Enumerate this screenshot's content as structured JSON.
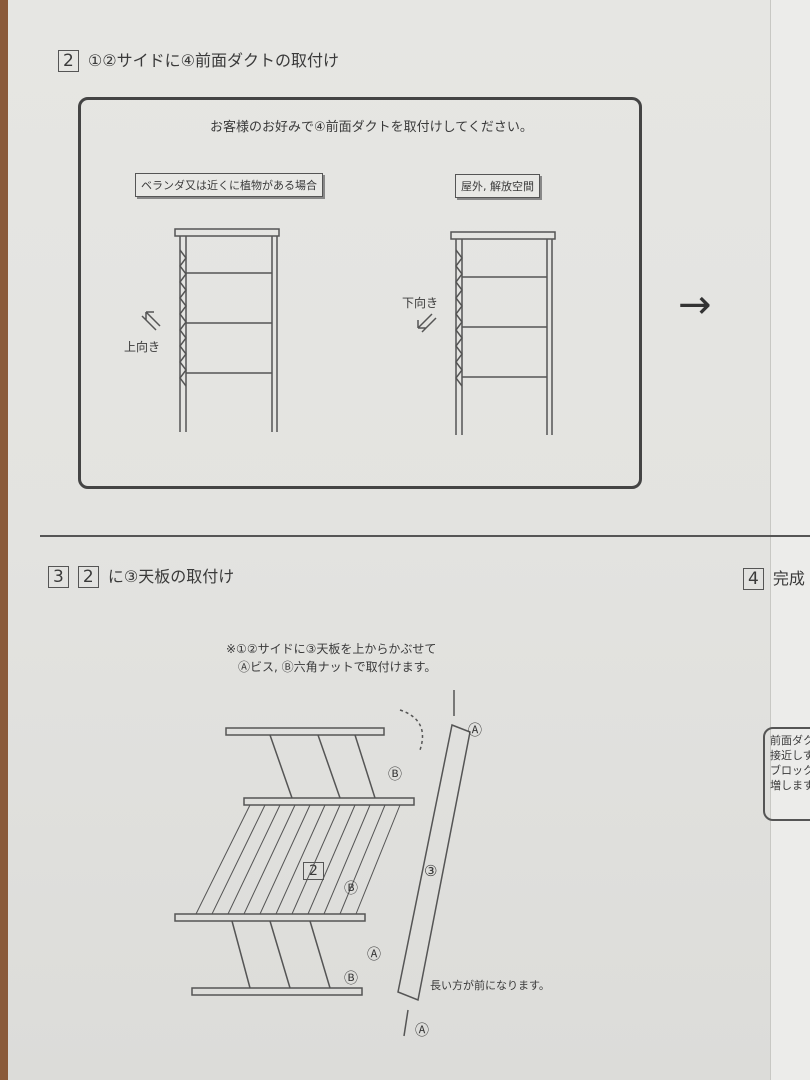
{
  "step2": {
    "number": "2",
    "title": "①②サイドに④前面ダクトの取付け",
    "instruction": "お客様のお好みで④前面ダクトを取付けしてください。",
    "option_left": {
      "label": "ベランダ又は近くに植物がある場合",
      "direction": "上向き"
    },
    "option_right": {
      "label": "屋外, 解放空間",
      "direction": "下向き"
    },
    "next_arrow": "→"
  },
  "step3": {
    "number": "3",
    "ref_number": "2",
    "title": "に③天板の取付け",
    "note_line1": "※①②サイドに③天板を上からかぶせて",
    "note_line2": "Ⓐビス, Ⓑ六角ナットで取付けます。",
    "diagram": {
      "part_frame": "2",
      "part_top": "③",
      "screw": "Ⓐ",
      "nut": "Ⓑ",
      "front_note": "長い方が前になります。"
    }
  },
  "step4": {
    "number": "4",
    "title": "完成",
    "note_lines": [
      "前面ダク",
      "接近しす",
      "ブロック",
      "増します"
    ]
  }
}
